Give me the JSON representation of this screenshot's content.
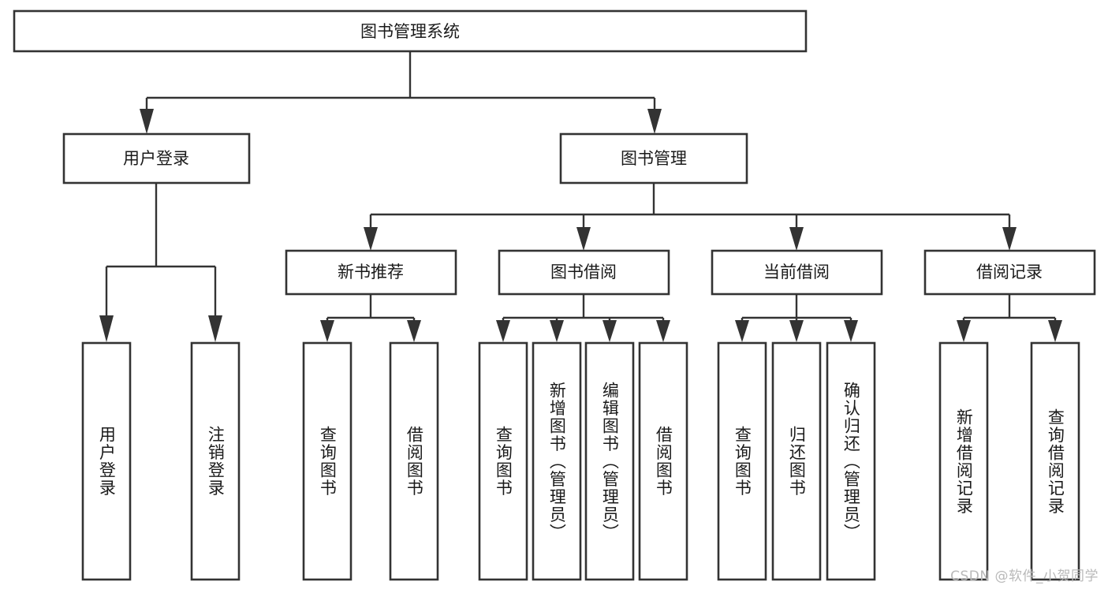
{
  "diagram": {
    "title": "图书管理系统",
    "type": "tree-hierarchy-diagram",
    "background_color": "#ffffff",
    "line_color": "#333333",
    "text_color": "#1a1a1a",
    "root": {
      "label": "图书管理系统"
    },
    "level2": [
      {
        "label": "用户登录"
      },
      {
        "label": "图书管理"
      }
    ],
    "level3": [
      {
        "label": "新书推荐"
      },
      {
        "label": "图书借阅"
      },
      {
        "label": "当前借阅"
      },
      {
        "label": "借阅记录"
      }
    ],
    "leaves": {
      "user_login": [
        {
          "label": "用户登录"
        },
        {
          "label": "注销登录"
        }
      ],
      "new_book_recommend": [
        {
          "label": "查询图书"
        },
        {
          "label": "借阅图书"
        }
      ],
      "book_borrow": [
        {
          "label": "查询图书"
        },
        {
          "label": "新增图书（管理员）"
        },
        {
          "label": "编辑图书（管理员）"
        },
        {
          "label": "借阅图书"
        }
      ],
      "current_borrow": [
        {
          "label": "查询图书"
        },
        {
          "label": "归还图书"
        },
        {
          "label": "确认归还（管理员）"
        }
      ],
      "borrow_record": [
        {
          "label": "新增借阅记录"
        },
        {
          "label": "查询借阅记录"
        }
      ]
    }
  },
  "watermark": {
    "text": "CSDN @软件_小贺同学"
  }
}
